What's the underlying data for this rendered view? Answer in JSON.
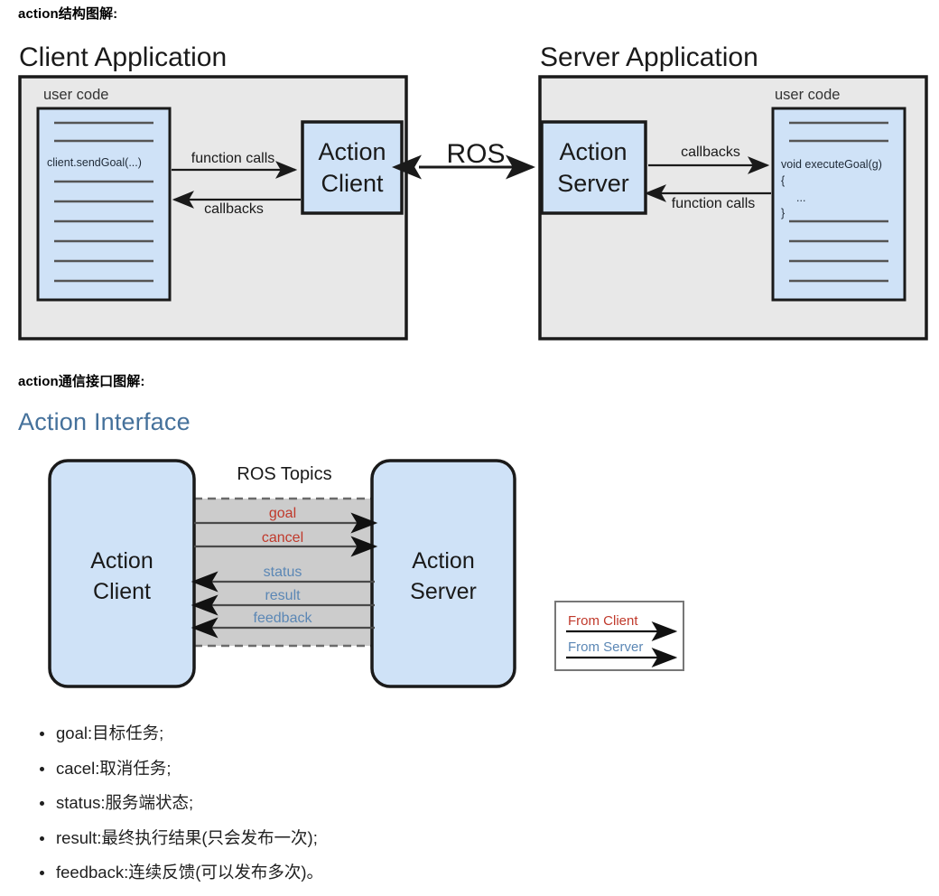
{
  "page": {
    "headings": {
      "structure": "action结构图解:",
      "interface": "action通信接口图解:"
    },
    "interface_title": "Action Interface"
  },
  "colors": {
    "box_blue_fill": "#cfe2f7",
    "panel_gray_fill": "#e8e8e8",
    "band_gray_fill": "#cccccc",
    "stroke_dark": "#1a1a1a",
    "stroke_mid": "#555555",
    "from_client_red": "#c0392b",
    "from_server_blue": "#5b87b5",
    "title_blue": "#45719b",
    "code_text": "#1f2a37"
  },
  "structure_diagram": {
    "client_panel": {
      "title": "Client Application",
      "user_code_label": "user code",
      "code_snippet": "client.sendGoal(...)",
      "lines_above_snippet": 2,
      "lines_below_snippet": 6,
      "node_box": {
        "line1": "Action",
        "line2": "Client"
      },
      "arrows": [
        {
          "label": "function calls",
          "direction": "right",
          "from": "user-code",
          "to": "action-client"
        },
        {
          "label": "callbacks",
          "direction": "left",
          "from": "action-client",
          "to": "user-code"
        }
      ]
    },
    "middle": {
      "label": "ROS",
      "arrow": "double-headed"
    },
    "server_panel": {
      "title": "Server Application",
      "user_code_label": "user code",
      "code_snippet_lines": [
        "void executeGoal(g)",
        "{",
        "...",
        "}"
      ],
      "lines_above_snippet": 2,
      "lines_below_snippet": 4,
      "node_box": {
        "line1": "Action",
        "line2": "Server"
      },
      "arrows": [
        {
          "label": "callbacks",
          "direction": "right",
          "from": "action-server",
          "to": "user-code"
        },
        {
          "label": "function calls",
          "direction": "left",
          "from": "user-code",
          "to": "action-server"
        }
      ]
    }
  },
  "interface_diagram": {
    "band_label": "ROS Topics",
    "client_box": {
      "line1": "Action",
      "line2": "Client"
    },
    "server_box": {
      "line1": "Action",
      "line2": "Server"
    },
    "topics": [
      {
        "name": "goal",
        "direction": "client-to-server",
        "color_key": "from_client_red"
      },
      {
        "name": "cancel",
        "direction": "client-to-server",
        "color_key": "from_client_red"
      },
      {
        "name": "status",
        "direction": "server-to-client",
        "color_key": "from_server_blue"
      },
      {
        "name": "result",
        "direction": "server-to-client",
        "color_key": "from_server_blue"
      },
      {
        "name": "feedback",
        "direction": "server-to-client",
        "color_key": "from_server_blue"
      }
    ],
    "legend": {
      "items": [
        {
          "label": "From Client",
          "color_key": "from_client_red"
        },
        {
          "label": "From Server",
          "color_key": "from_server_blue"
        }
      ]
    }
  },
  "bullets": [
    "goal:目标任务;",
    "cacel:取消任务;",
    "status:服务端状态;",
    "result:最终执行结果(只会发布一次);",
    "feedback:连续反馈(可以发布多次)。"
  ]
}
